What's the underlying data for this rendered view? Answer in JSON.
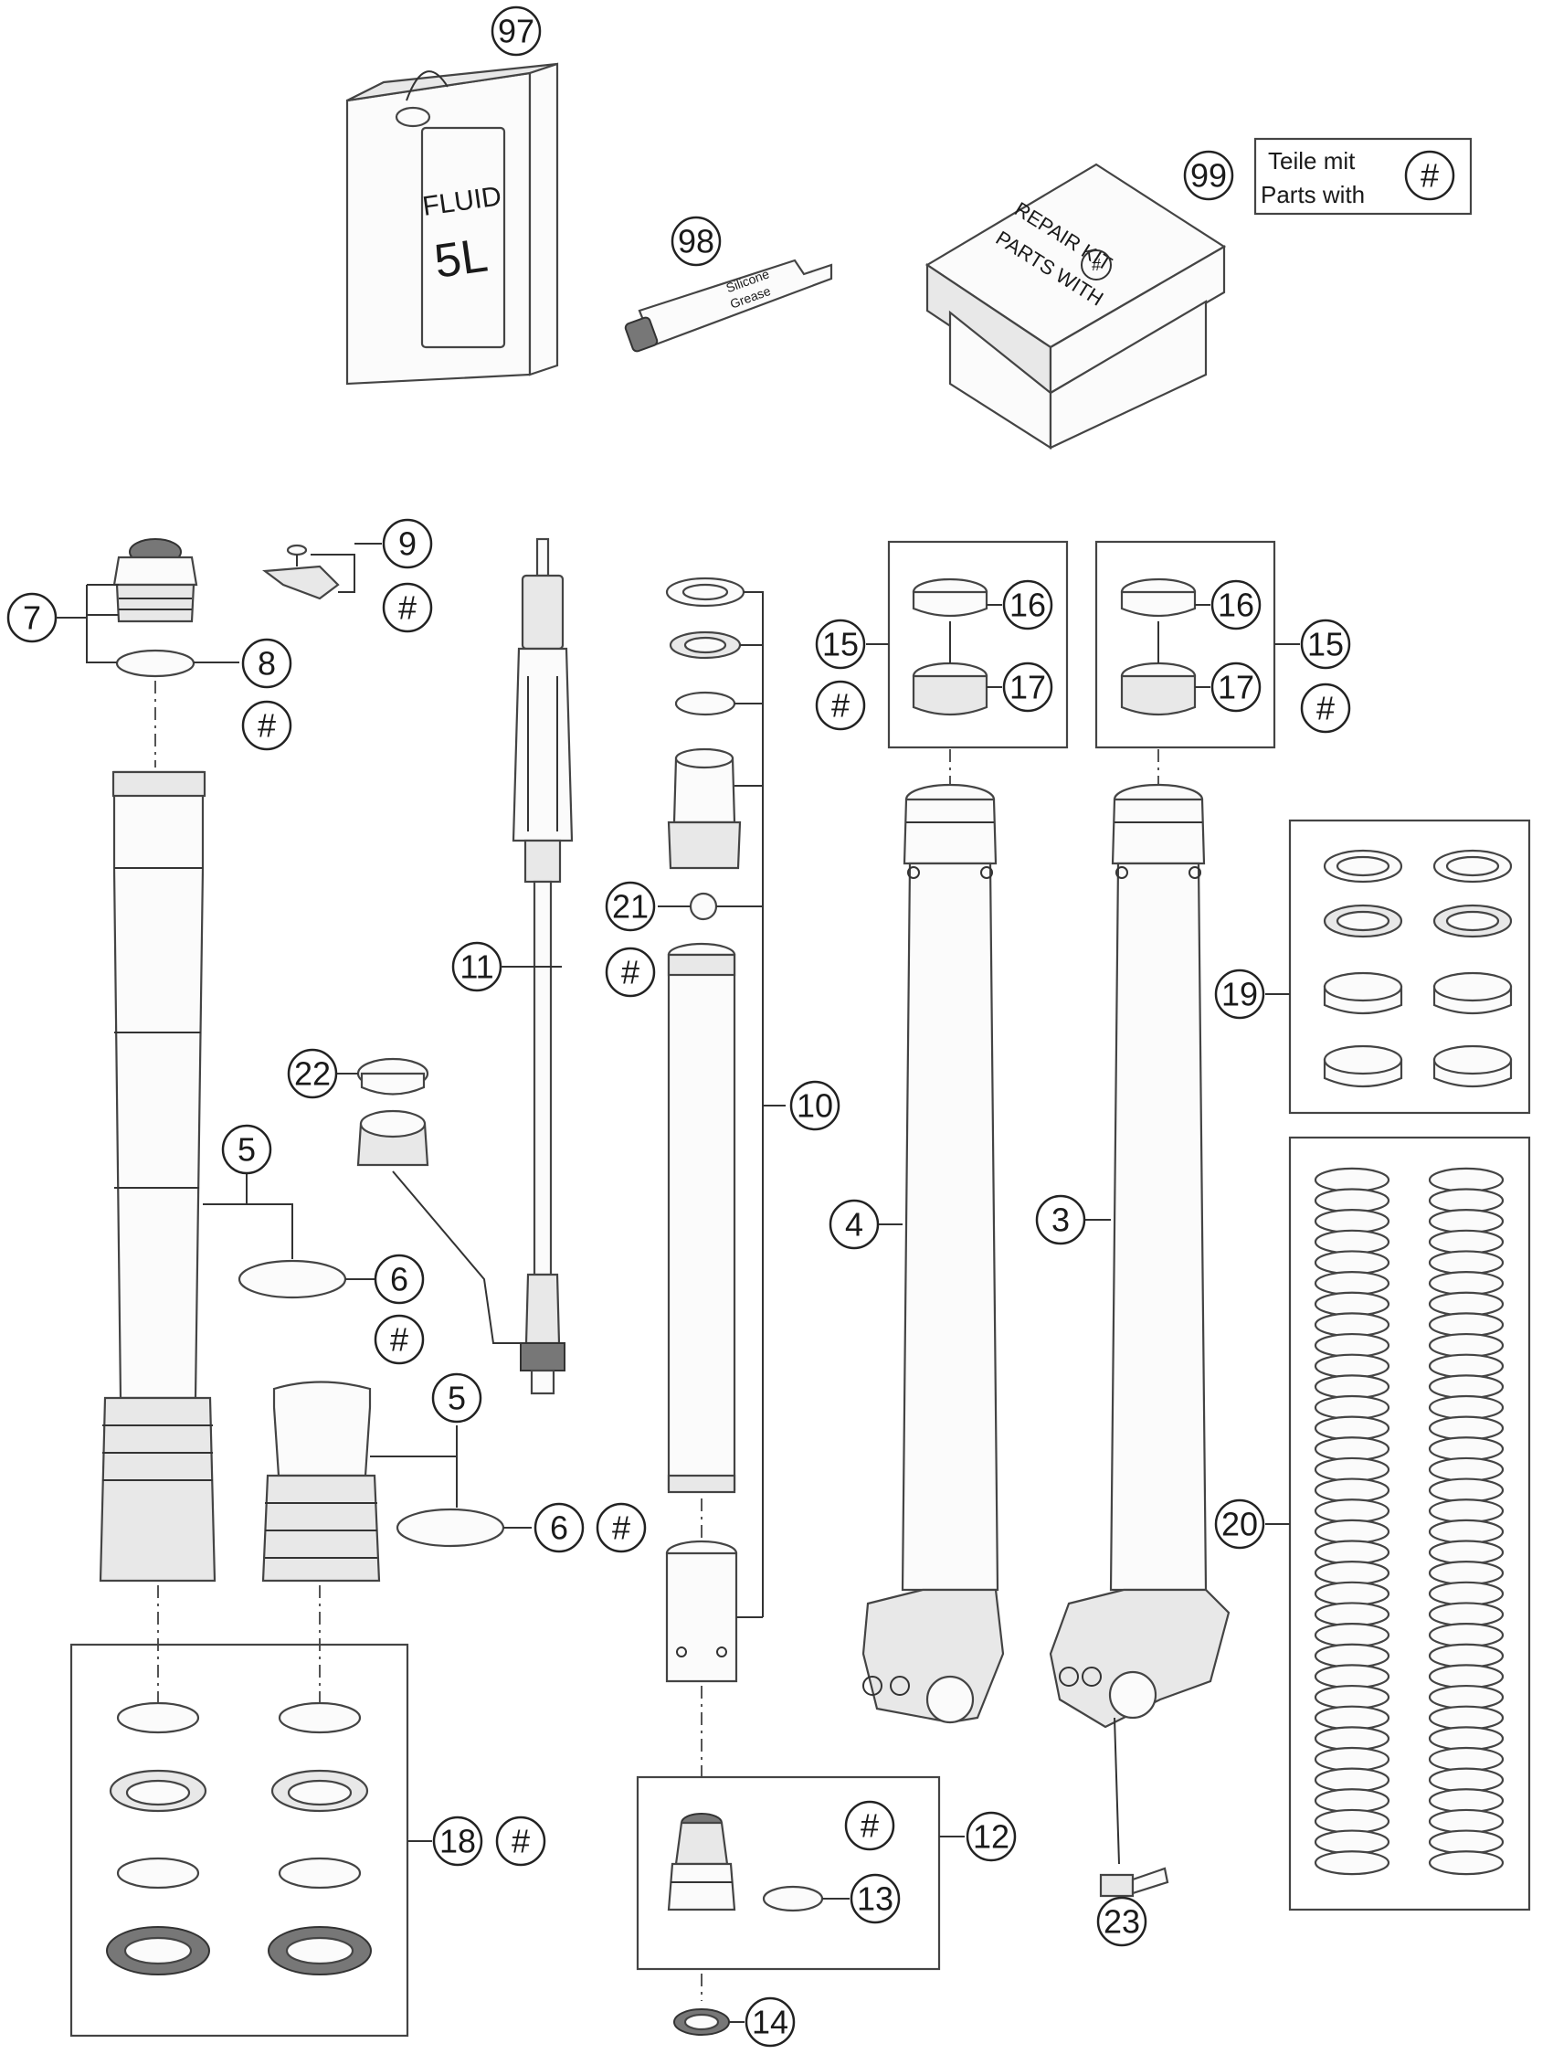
{
  "legend": {
    "line1": "Teile mit",
    "line2": "Parts with",
    "symbol": "#"
  },
  "canister": {
    "line1": "FLUID",
    "line2": "5L"
  },
  "tube_label": {
    "line1": "Silicone",
    "line2": "Grease"
  },
  "kit_box": {
    "line1": "REPAIR KIT",
    "line2": "PARTS WITH",
    "symbol": "#"
  },
  "callouts": {
    "c97": "97",
    "c98": "98",
    "c99": "99",
    "c7": "7",
    "c8": "8",
    "c9": "9",
    "c11": "11",
    "c10": "10",
    "c21": "21",
    "c22": "22",
    "c5a": "5",
    "c6a": "6",
    "c5b": "5",
    "c6b": "6",
    "c15a": "15",
    "c16a": "16",
    "c17a": "17",
    "c15b": "15",
    "c16b": "16",
    "c17b": "17",
    "c4": "4",
    "c3": "3",
    "c19": "19",
    "c20": "20",
    "c18": "18",
    "c12": "12",
    "c13": "13",
    "c14": "14",
    "c23": "23"
  },
  "hash": "#",
  "colors": {
    "stroke": "#444444",
    "background": "#ffffff"
  }
}
